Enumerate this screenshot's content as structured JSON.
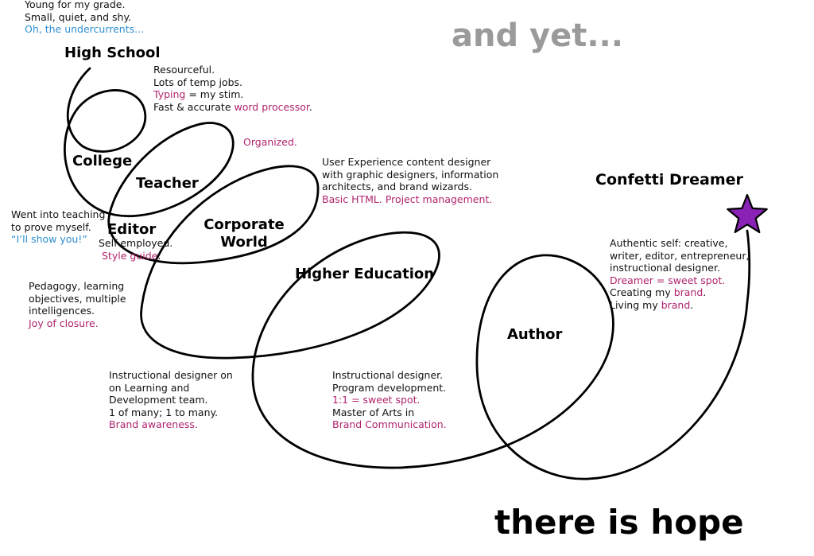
{
  "headlines": {
    "top": "and yet...",
    "bottom": "there is hope"
  },
  "colors": {
    "highlight": "#b0246e",
    "blue": "#2e8fcf",
    "star": "#8a22b8",
    "text": "#111111",
    "gray": "#9a9a9a"
  },
  "stages": {
    "high_school": "High School",
    "college": "College",
    "teacher": "Teacher",
    "editor": "Editor",
    "corporate_1": "Corporate",
    "corporate_2": "World",
    "higher_ed": "Higher Education",
    "author": "Author",
    "confetti": "Confetti Dreamer"
  },
  "notes": {
    "young": {
      "l1": "Young for my grade.",
      "l2": "Small, quiet, and shy.",
      "l3": "Oh, the undercurrents..."
    },
    "resourceful": {
      "l1": "Resourceful.",
      "l2": "Lots of temp jobs.",
      "l3a": "Typing",
      "l3b": " = my stim.",
      "l4a": "Fast & accurate ",
      "l4b": "word processor",
      "l4c": "."
    },
    "organized": "Organized.",
    "ux": {
      "l1": "User Experience content designer",
      "l2": "with graphic designers, information",
      "l3": "architects, and brand wizards.",
      "l4a": "Basic HTML",
      "l4b": ". ",
      "l4c": "Project management",
      "l4d": "."
    },
    "teaching": {
      "l1": "Went into teaching",
      "l2": "to prove myself.",
      "l3": "“I’ll show you!”"
    },
    "selfemp": {
      "l1": "Self-employed.",
      "l2a": "Style guide",
      "l2b": "."
    },
    "pedagogy": {
      "l1": "Pedagogy, learning",
      "l2": "objectives, multiple",
      "l3": "intelligences.",
      "l4": "Joy of closure."
    },
    "instr1": {
      "l1": "Instructional designer on",
      "l2": "on Learning and",
      "l3": "Development team.",
      "l4": "1 of many; 1 to many.",
      "l5": "Brand awareness."
    },
    "instr2": {
      "l1": "Instructional designer.",
      "l2": "Program development.",
      "l3": "1:1 = sweet spot.",
      "l4": "Master of Arts in",
      "l5": "Brand Communication."
    },
    "authentic": {
      "l1": "Authentic self: creative,",
      "l2": "writer, editor, entrepreneur,",
      "l3": "instructional designer.",
      "l4": "Dreamer = sweet spot.",
      "l5a": "Creating my ",
      "l5b": "brand",
      "l5c": ".",
      "l6a": "Living my ",
      "l6b": "brand",
      "l6c": "."
    }
  },
  "icons": {
    "star": "star-icon"
  }
}
